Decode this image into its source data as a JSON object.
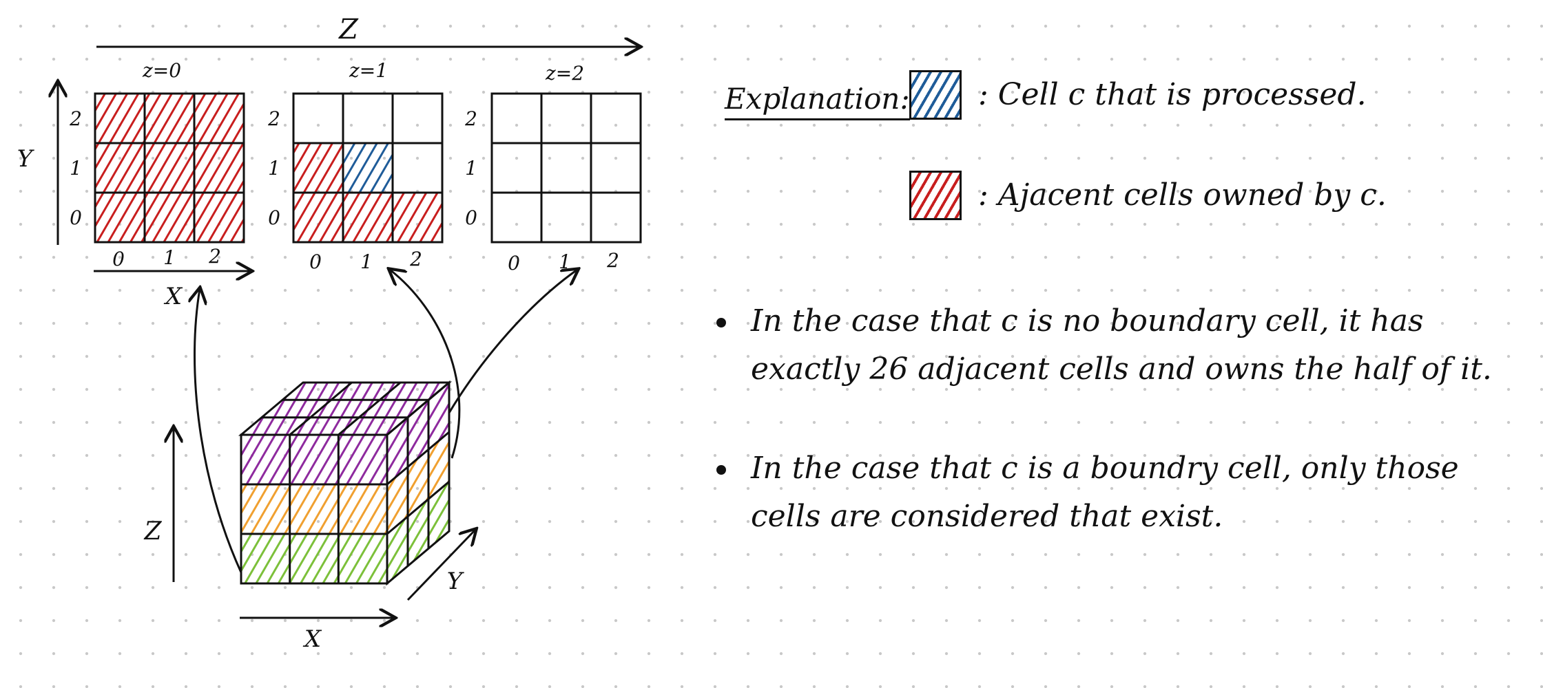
{
  "diagram": {
    "z_axis_label": "Z",
    "slice_labels": [
      "z=0",
      "z=1",
      "z=2"
    ],
    "y_axis_label": "Y",
    "x_axis_label": "X",
    "tick_labels": [
      "0",
      "1",
      "2"
    ],
    "cube": {
      "z_axis_label": "Z",
      "x_axis_label": "X",
      "y_axis_label": "Y",
      "layer_colors": {
        "top": "#8e2a9e",
        "middle": "#f0a030",
        "bottom": "#7cc03a"
      }
    },
    "colors": {
      "adjacent_red": "#c81e1e",
      "processed_blue": "#1f5c99",
      "outline": "#111111"
    }
  },
  "explanation": {
    "title": "Explanation:",
    "legend": [
      {
        "swatch": "blue",
        "text": ": Cell c that is processed."
      },
      {
        "swatch": "red",
        "text": ": Ajacent cells owned by c."
      }
    ],
    "bullets": [
      "In the case that c is no boundary cell, it has exactly 26 adjacent cells and owns the half of it.",
      "In the case that c is a boundry cell, only those cells are considered that exist."
    ]
  }
}
